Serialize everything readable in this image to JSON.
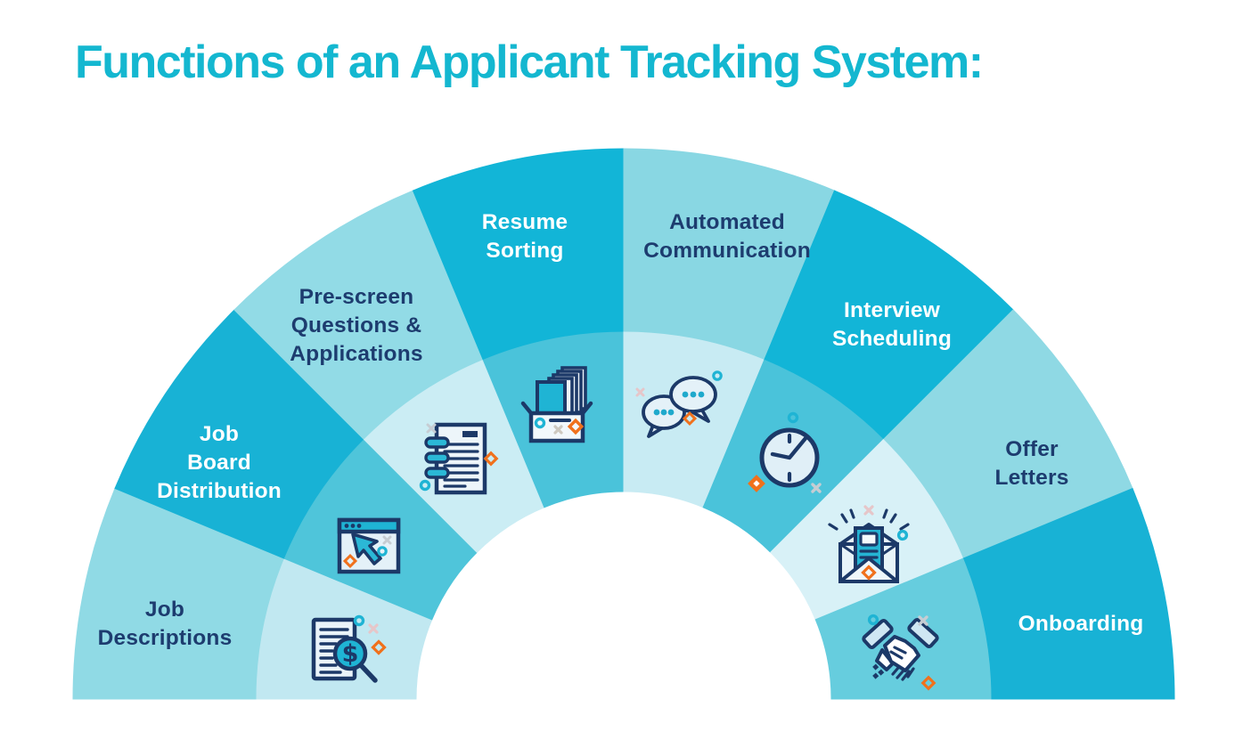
{
  "title": "Functions of an Applicant Tracking System:",
  "title_color": "#14B7D0",
  "background_color": "#FFFFFF",
  "diagram": {
    "type": "semicircle-fan",
    "ring_count": 2,
    "segments": [
      {
        "label": "Job\nDescriptions",
        "label_color": "#1D3C6F",
        "outer_color": "#90DAE5",
        "inner_color": "#C1E8F1",
        "icon": "job-search-icon"
      },
      {
        "label": "Job\nBoard\nDistribution",
        "label_color": "#FFFFFF",
        "outer_color": "#18B2D5",
        "inner_color": "#4FC5DA",
        "icon": "browser-cursor-icon"
      },
      {
        "label": "Pre-screen\nQuestions &\nApplications",
        "label_color": "#1D3C6F",
        "outer_color": "#92DBE6",
        "inner_color": "#CBEDF4",
        "icon": "prescreen-form-icon"
      },
      {
        "label": "Resume\nSorting",
        "label_color": "#FFFFFF",
        "outer_color": "#12B5D7",
        "inner_color": "#4AC3DA",
        "icon": "resume-tray-icon"
      },
      {
        "label": "Automated\nCommunication",
        "label_color": "#1D3C6F",
        "outer_color": "#89D7E3",
        "inner_color": "#C8EBF3",
        "icon": "chat-bubbles-icon"
      },
      {
        "label": "Interview\nScheduling",
        "label_color": "#FFFFFF",
        "outer_color": "#12B5D7",
        "inner_color": "#4AC3DA",
        "icon": "clock-icon"
      },
      {
        "label": "Offer\nLetters",
        "label_color": "#1D3C6F",
        "outer_color": "#8FD9E4",
        "inner_color": "#D8F1F7",
        "icon": "offer-letter-icon"
      },
      {
        "label": "Onboarding",
        "label_color": "#FFFFFF",
        "outer_color": "#18B2D5",
        "inner_color": "#66CDDE",
        "icon": "handshake-icon"
      }
    ],
    "accent_colors": {
      "icon_outline_navy": "#1C3968",
      "icon_teal": "#1FB4D4",
      "decoration_orange": "#F0711C",
      "decoration_gray": "#C6CDD3",
      "decoration_pink": "#E6C6C9",
      "icon_fill_light": "#E4F1F8"
    }
  }
}
